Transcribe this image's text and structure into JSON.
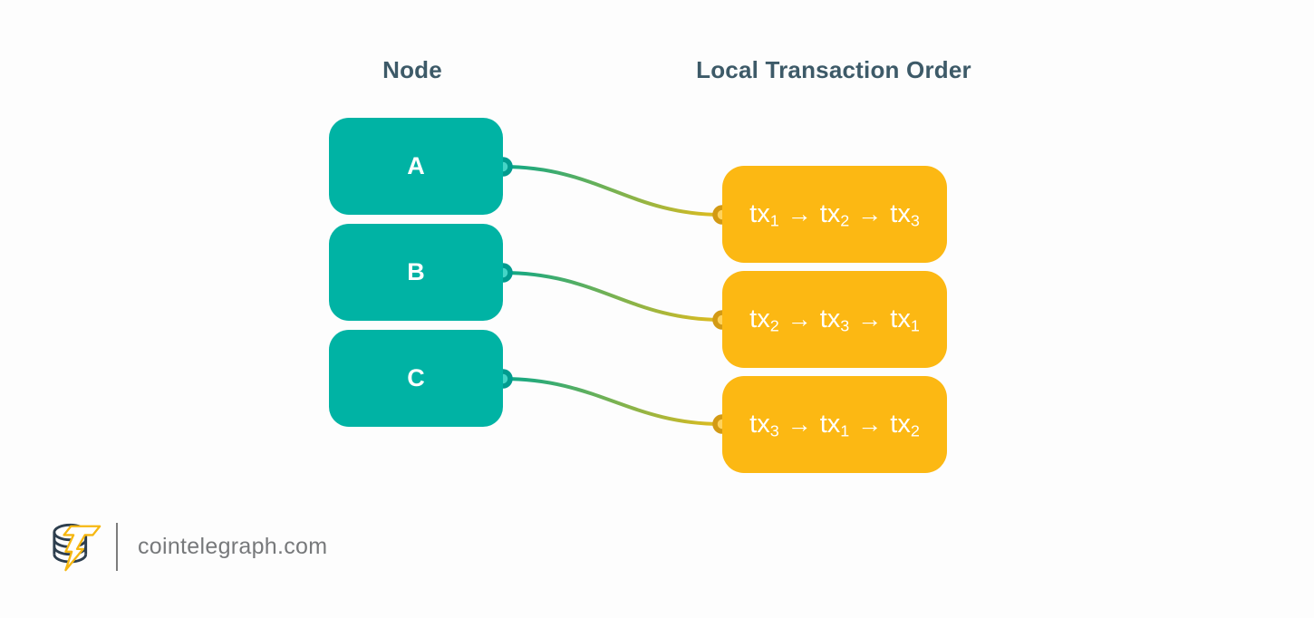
{
  "headers": {
    "left": "Node",
    "right": "Local Transaction Order"
  },
  "nodes": [
    {
      "label": "A"
    },
    {
      "label": "B"
    },
    {
      "label": "C"
    }
  ],
  "orders": [
    {
      "plain": "tx₁ → tx₂ → tx₃",
      "items": [
        {
          "base": "tx",
          "sub": "1"
        },
        {
          "base": "tx",
          "sub": "2"
        },
        {
          "base": "tx",
          "sub": "3"
        }
      ]
    },
    {
      "plain": "tx₂ → tx₃ → tx₁",
      "items": [
        {
          "base": "tx",
          "sub": "2"
        },
        {
          "base": "tx",
          "sub": "3"
        },
        {
          "base": "tx",
          "sub": "1"
        }
      ]
    },
    {
      "plain": "tx₃ → tx₁ → tx₂",
      "items": [
        {
          "base": "tx",
          "sub": "3"
        },
        {
          "base": "tx",
          "sub": "1"
        },
        {
          "base": "tx",
          "sub": "2"
        }
      ]
    }
  ],
  "arrow_glyph": "→",
  "connections": [
    {
      "from_node": "A",
      "to_order_index": 0
    },
    {
      "from_node": "B",
      "to_order_index": 1
    },
    {
      "from_node": "C",
      "to_order_index": 2
    }
  ],
  "colors": {
    "background": "#fdfdfd",
    "heading_text": "#3d5a68",
    "node_fill": "#00b3a4",
    "order_fill": "#fcb813",
    "box_text": "#ffffff",
    "connector_start": "#0aa788",
    "connector_end": "#e4bc1c",
    "node_port_ring": "#009c8f",
    "node_port_fill": "#44d5c6",
    "order_port_ring": "#d39a14",
    "order_port_fill": "#ffd25c",
    "footer_text": "#77797b",
    "logo_outline": "#2d3e4e",
    "logo_bolt": "#f6b711"
  },
  "footer": {
    "site": "cointelegraph.com"
  }
}
